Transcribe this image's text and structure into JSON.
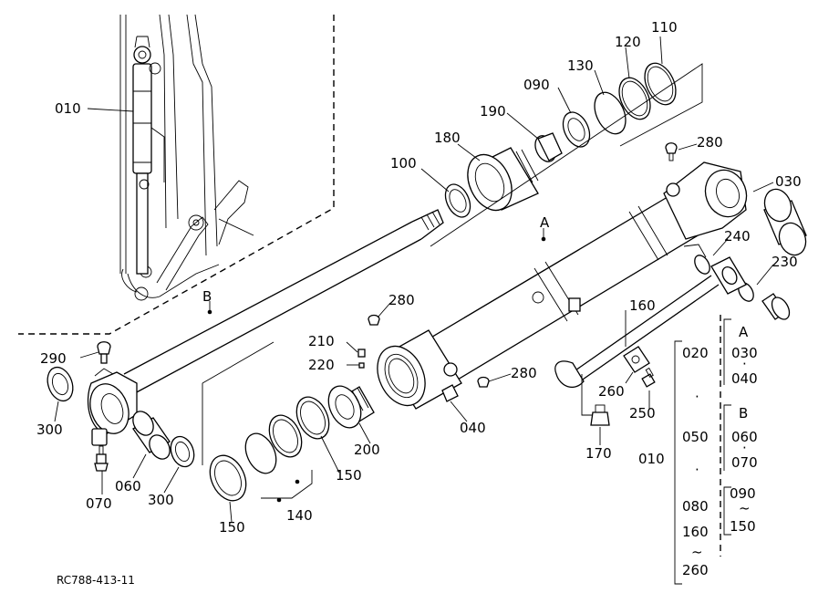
{
  "diagram": {
    "doc_code": "RC788-413-11",
    "parts": {
      "p010": "010",
      "p030": "030",
      "p040": "040",
      "p060": "060",
      "p070": "070",
      "p090": "090",
      "p100": "100",
      "p110": "110",
      "p120": "120",
      "p130": "130",
      "p140": "140",
      "p150a": "150",
      "p150b": "150",
      "p160": "160",
      "p170": "170",
      "p180": "180",
      "p190": "190",
      "p200": "200",
      "p210": "210",
      "p220": "220",
      "p230": "230",
      "p240": "240",
      "p250": "250",
      "p260": "260",
      "p280a": "280",
      "p280b": "280",
      "p280c": "280",
      "p290": "290",
      "p300a": "300",
      "p300b": "300"
    },
    "ref_markers": {
      "A": "A",
      "B": "B"
    },
    "assembly_key": {
      "assembly": "010",
      "col1": [
        "020",
        "·",
        "050",
        "·",
        "080",
        "160",
        "~",
        "260"
      ],
      "A_label": "A",
      "A_items": [
        "030",
        "·",
        "040"
      ],
      "B_label": "B",
      "B_items": [
        "060",
        "·",
        "070"
      ],
      "range_items": [
        "090",
        "~",
        "150"
      ]
    }
  }
}
